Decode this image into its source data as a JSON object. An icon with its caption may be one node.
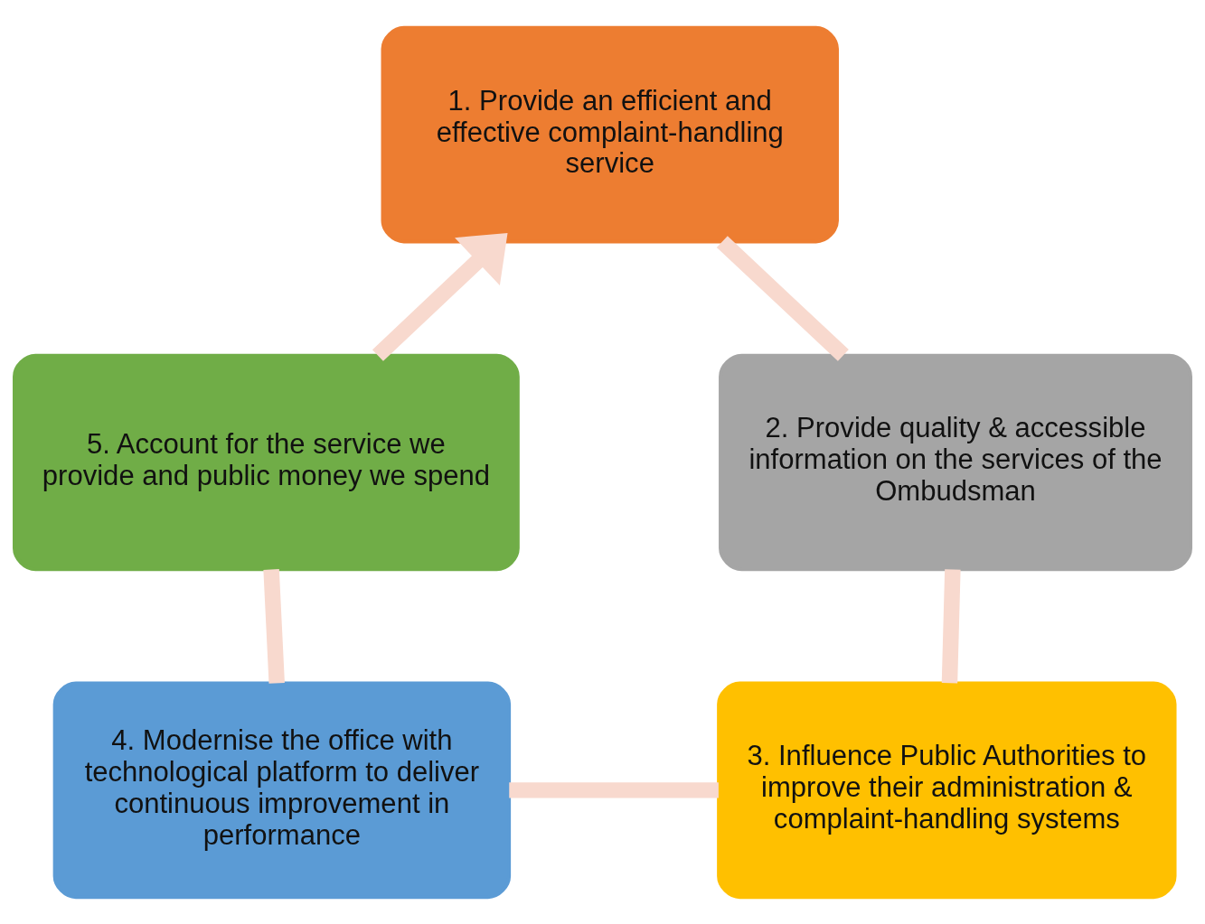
{
  "diagram": {
    "nodes": [
      {
        "text": [
          "1. Provide an efficient and effective complaint-handling service"
        ]
      },
      {
        "text": [
          "2. Provide quality & accessible information on the services of the Ombudsman"
        ]
      },
      {
        "text": [
          "3. Influence Public Authorities to improve their administration & complaint-handling systems"
        ]
      },
      {
        "text": [
          "4. Modernise the office with technological platform to deliver continuous improvement in performance"
        ]
      },
      {
        "text": [
          "5. Account for the service we provide and public money we spend"
        ]
      }
    ],
    "edges": [
      {
        "from": 0,
        "to": 1,
        "arrow": "none"
      },
      {
        "from": 1,
        "to": 2,
        "arrow": "none"
      },
      {
        "from": 2,
        "to": 3,
        "arrow": "none"
      },
      {
        "from": 3,
        "to": 4,
        "arrow": "none"
      },
      {
        "from": 4,
        "to": 0,
        "arrow": "to"
      }
    ]
  }
}
